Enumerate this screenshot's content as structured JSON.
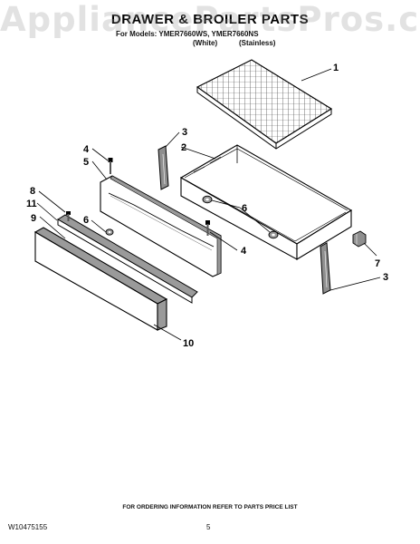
{
  "watermark": "AppliancePartsPros.com",
  "title": "DRAWER & BROILER PARTS",
  "models_line": "For Models: YMER7660WS, YMER7660NS",
  "finish": [
    "(White)",
    "(Stainless)"
  ],
  "callouts": [
    "1",
    "2",
    "3",
    "3",
    "4",
    "4",
    "5",
    "6",
    "6",
    "7",
    "8",
    "9",
    "10",
    "11"
  ],
  "footer": {
    "ordering_note": "FOR ORDERING INFORMATION REFER TO PARTS PRICE LIST",
    "part_number": "W10475155",
    "page": "5"
  }
}
